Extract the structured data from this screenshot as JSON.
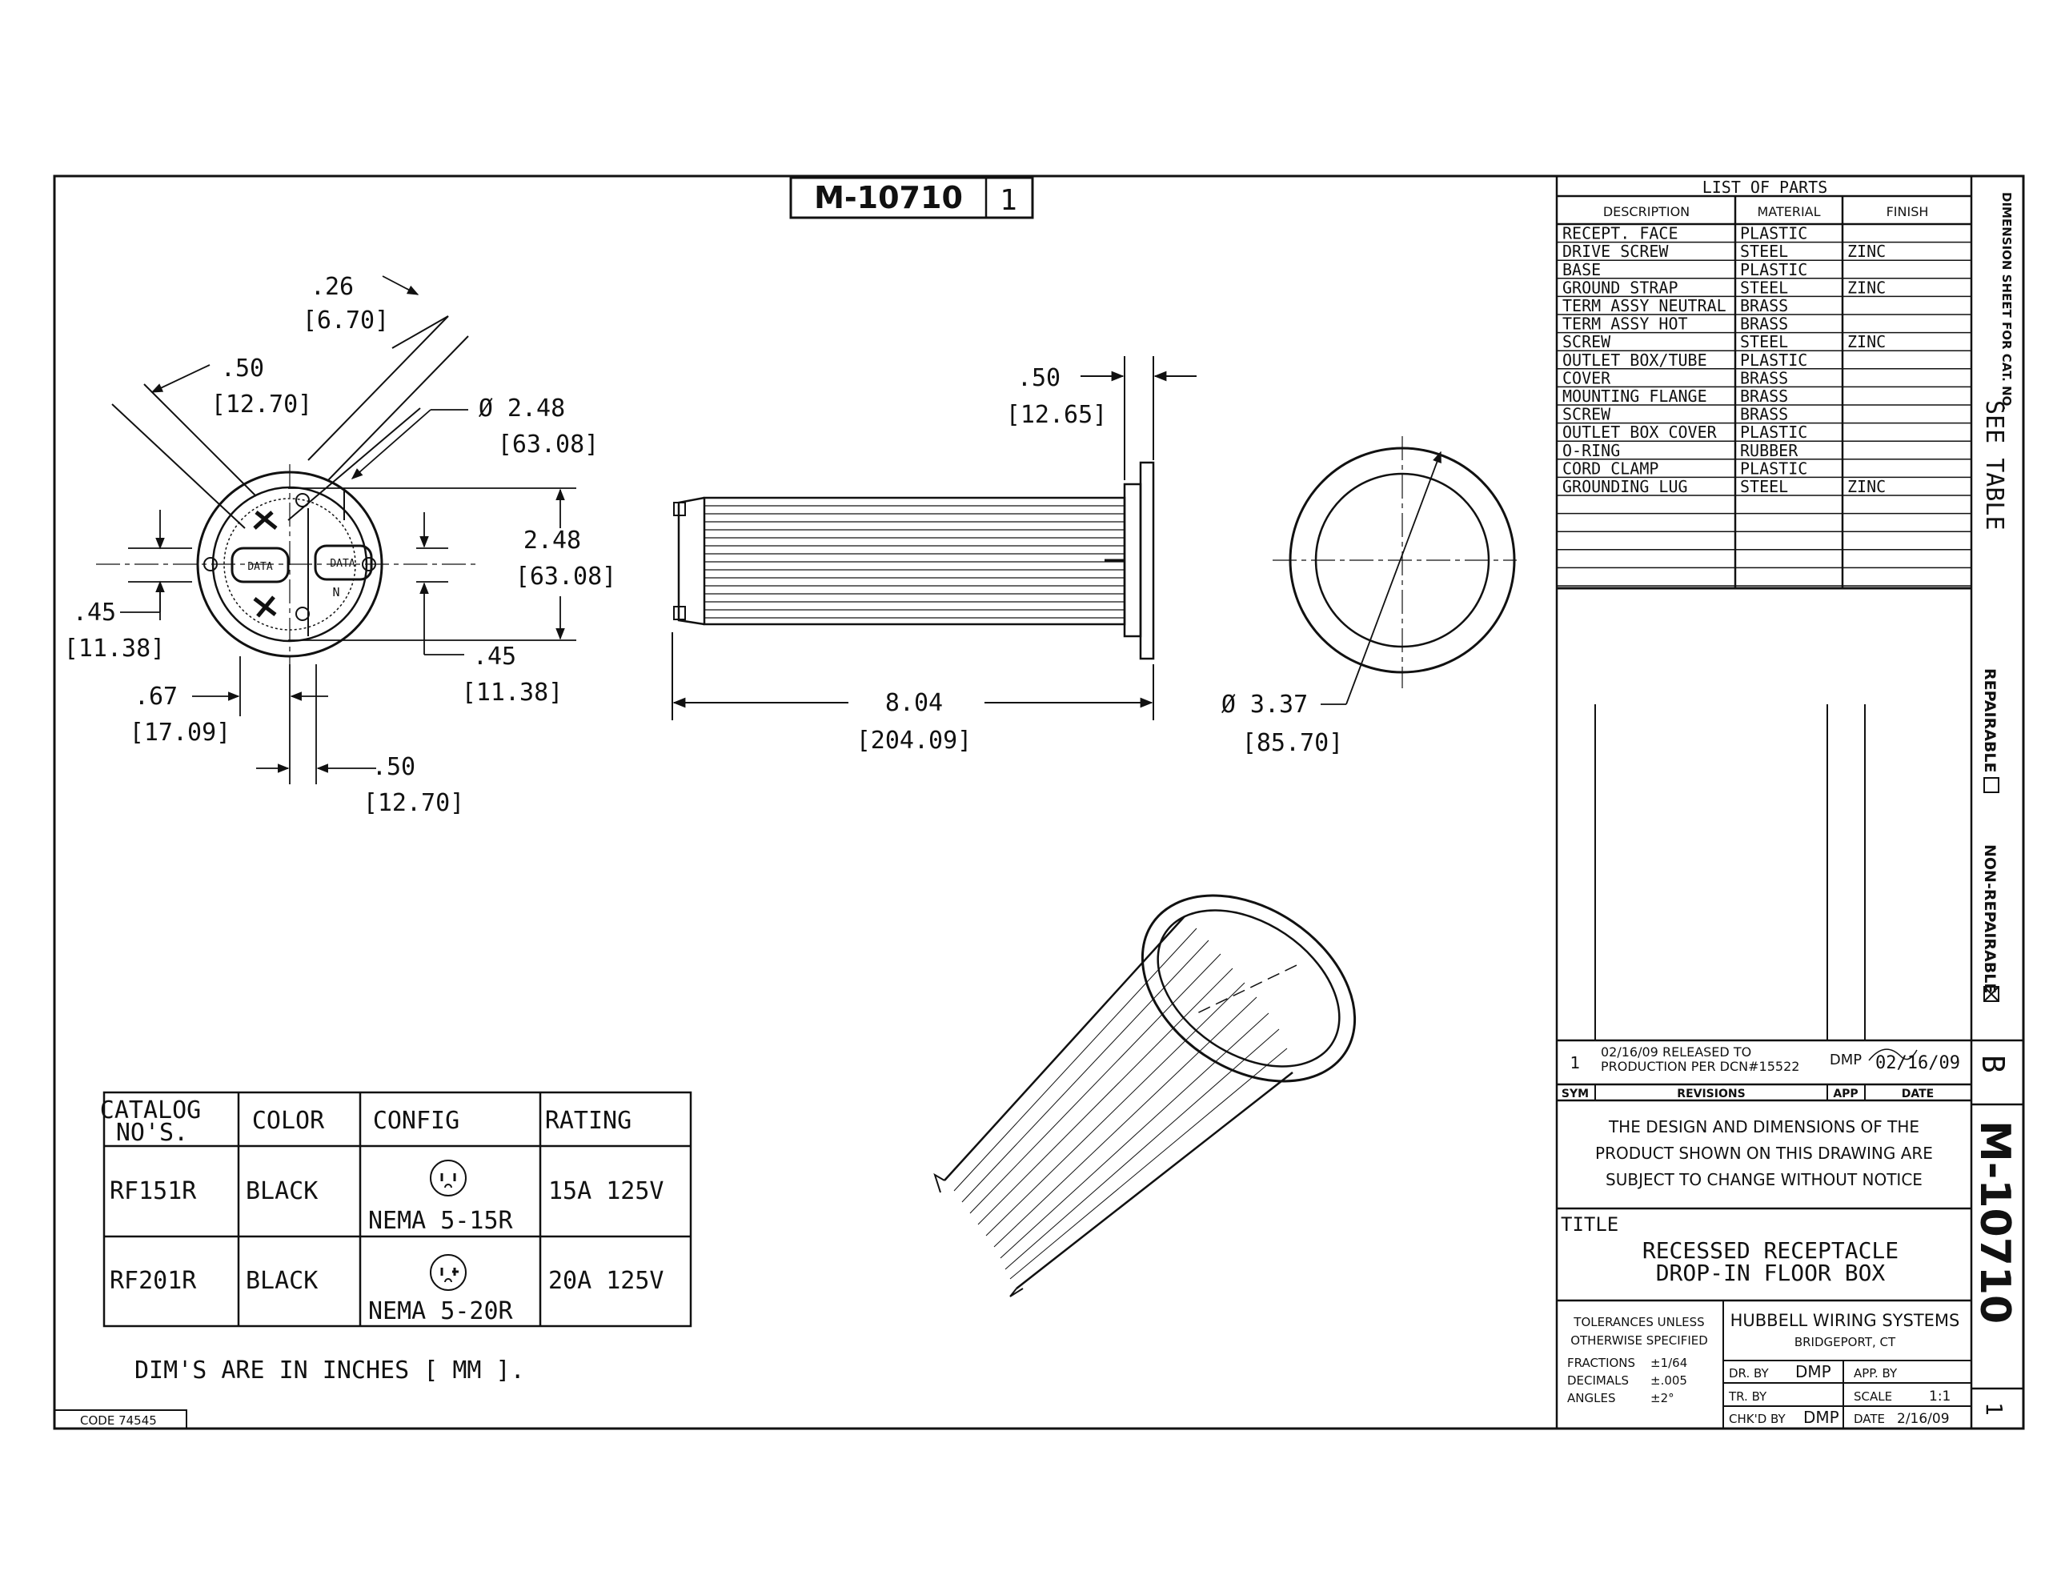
{
  "drawing_number": "M-10710",
  "sheet_number": "1",
  "parts_list": {
    "title": "LIST OF PARTS",
    "headers": [
      "DESCRIPTION",
      "MATERIAL",
      "FINISH"
    ],
    "rows": [
      [
        "RECEPT. FACE",
        "PLASTIC",
        ""
      ],
      [
        "DRIVE SCREW",
        "STEEL",
        "ZINC"
      ],
      [
        "BASE",
        "PLASTIC",
        ""
      ],
      [
        "GROUND STRAP",
        "STEEL",
        "ZINC"
      ],
      [
        "TERM ASSY NEUTRAL",
        "BRASS",
        ""
      ],
      [
        "TERM ASSY HOT",
        "BRASS",
        ""
      ],
      [
        "SCREW",
        "STEEL",
        "ZINC"
      ],
      [
        "OUTLET BOX/TUBE",
        "PLASTIC",
        ""
      ],
      [
        "COVER",
        "BRASS",
        ""
      ],
      [
        "MOUNTING FLANGE",
        "BRASS",
        ""
      ],
      [
        "SCREW",
        "BRASS",
        ""
      ],
      [
        "OUTLET BOX COVER",
        "PLASTIC",
        ""
      ],
      [
        "O-RING",
        "RUBBER",
        ""
      ],
      [
        "CORD CLAMP",
        "PLASTIC",
        ""
      ],
      [
        "GROUNDING LUG",
        "STEEL",
        "ZINC"
      ]
    ]
  },
  "side_labels": {
    "dimension_sheet": "DIMENSION SHEET FOR CAT. NO.",
    "see_table": "SEE TABLE",
    "repairable": "REPAIRABLE",
    "non_repairable": "NON-REPAIRABLE",
    "revision_letter": "B",
    "sheet": "1"
  },
  "revision": {
    "sym": "1",
    "text_line1": "02/16/09 RELEASED TO",
    "text_line2": "PRODUCTION PER DCN#15522",
    "app": "DMP",
    "date": "02/16/09",
    "headers": {
      "sym": "SYM",
      "revisions": "REVISIONS",
      "app": "APP",
      "date": "DATE"
    }
  },
  "notice": [
    "THE DESIGN AND DIMENSIONS OF THE",
    "PRODUCT SHOWN ON THIS DRAWING ARE",
    "SUBJECT TO CHANGE WITHOUT NOTICE"
  ],
  "title_block": {
    "label": "TITLE",
    "line1": "RECESSED RECEPTACLE",
    "line2": "DROP-IN FLOOR BOX",
    "tol_line1": "TOLERANCES UNLESS",
    "tol_line2": "OTHERWISE SPECIFIED",
    "fractions_label": "FRACTIONS",
    "fractions_value": "±1/64",
    "decimals_label": "DECIMALS",
    "decimals_value": "±.005",
    "angles_label": "ANGLES",
    "angles_value": "±2°",
    "company": "HUBBELL WIRING SYSTEMS",
    "city": "BRIDGEPORT, CT",
    "dr_by": "DR. BY",
    "dr_by_value": "DMP",
    "app_by": "APP. BY",
    "tr_by": "TR. BY",
    "scale": "SCALE",
    "scale_value": "1:1",
    "chkd_by": "CHK'D BY",
    "chkd_by_value": "DMP",
    "date": "DATE",
    "date_value": "2/16/09"
  },
  "catalog_table": {
    "headers": [
      "CATALOG",
      "NO'S.",
      "COLOR",
      "CONFIG",
      "RATING"
    ],
    "rows": [
      {
        "catalog": "RF151R",
        "color": "BLACK",
        "config": "NEMA 5-15R",
        "rating": "15A 125V"
      },
      {
        "catalog": "RF201R",
        "color": "BLACK",
        "config": "NEMA 5-20R",
        "rating": "20A 125V"
      }
    ]
  },
  "dims_note": "DIM'S ARE IN INCHES [ MM ].",
  "code": "CODE 74545",
  "dims": {
    "d26": ".26",
    "d26mm": "[6.70]",
    "d50a": ".50",
    "d50amm": "[12.70]",
    "dia248": "Ø 2.48",
    "dia248mm": "[63.08]",
    "h248": "2.48",
    "h248mm": "[63.08]",
    "d45l": ".45",
    "d45lmm": "[11.38]",
    "d45r": ".45",
    "d45rmm": "[11.38]",
    "d67": ".67",
    "d67mm": "[17.09]",
    "d50b": ".50",
    "d50bmm": "[12.70]",
    "d50c": ".50",
    "d50cmm": "[12.65]",
    "len804": "8.04",
    "len804mm": "[204.09]",
    "dia337": "Ø 3.37",
    "dia337mm": "[85.70]",
    "data_label": "DATA",
    "n_label": "N"
  }
}
